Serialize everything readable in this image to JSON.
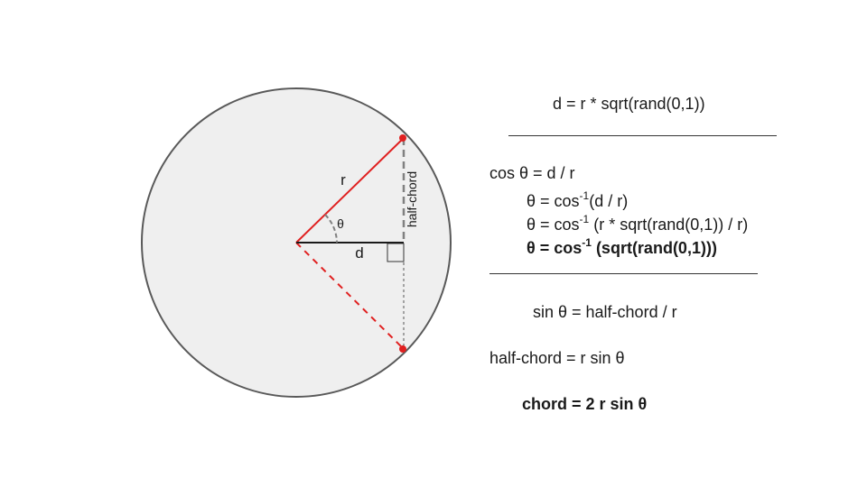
{
  "diagram": {
    "labels": {
      "r": "r",
      "theta": "θ",
      "d": "d",
      "half_chord": "half-chord"
    },
    "colors": {
      "circle_fill": "#efefef",
      "circle_stroke": "#595959",
      "radius": "#e02020",
      "point": "#e02020",
      "dashed_half_chord": "#808080",
      "distance": "#1a1a1a"
    }
  },
  "equations": {
    "top": "d = r * sqrt(rand(0,1))",
    "cos_line": "cos θ = d / r",
    "theta1": {
      "pre": "θ = cos",
      "exp": "-1",
      "post": "(d / r)"
    },
    "theta2": {
      "pre": "θ = cos",
      "exp": "-1",
      "post": " (r * sqrt(rand(0,1)) / r)"
    },
    "theta3": {
      "pre": "θ = cos",
      "exp": "-1",
      "post": " (sqrt(rand(0,1)))"
    },
    "sin_line": "sin θ = half-chord / r",
    "half_chord_line": "half-chord = r sin θ",
    "chord_line": "chord = 2 r sin θ"
  }
}
